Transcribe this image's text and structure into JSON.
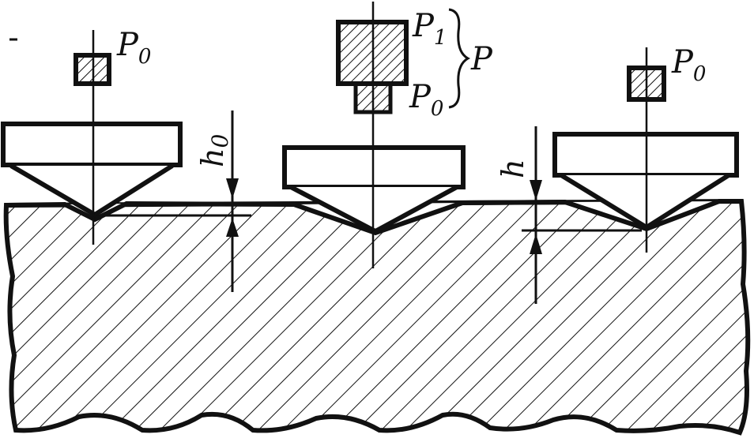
{
  "figure": {
    "left_indenter": {
      "load_label": "P",
      "load_sub": "0"
    },
    "middle_indenter": {
      "load1_label": "P",
      "load1_sub": "1",
      "load0_label": "P",
      "load0_sub": "0",
      "total_label": "P"
    },
    "right_indenter": {
      "load_label": "P",
      "load_sub": "0"
    },
    "depth_initial": {
      "label": "h",
      "sub": "0"
    },
    "depth_final": {
      "label": "h"
    }
  },
  "colors": {
    "ink": "#111111",
    "background": "#ffffff"
  }
}
